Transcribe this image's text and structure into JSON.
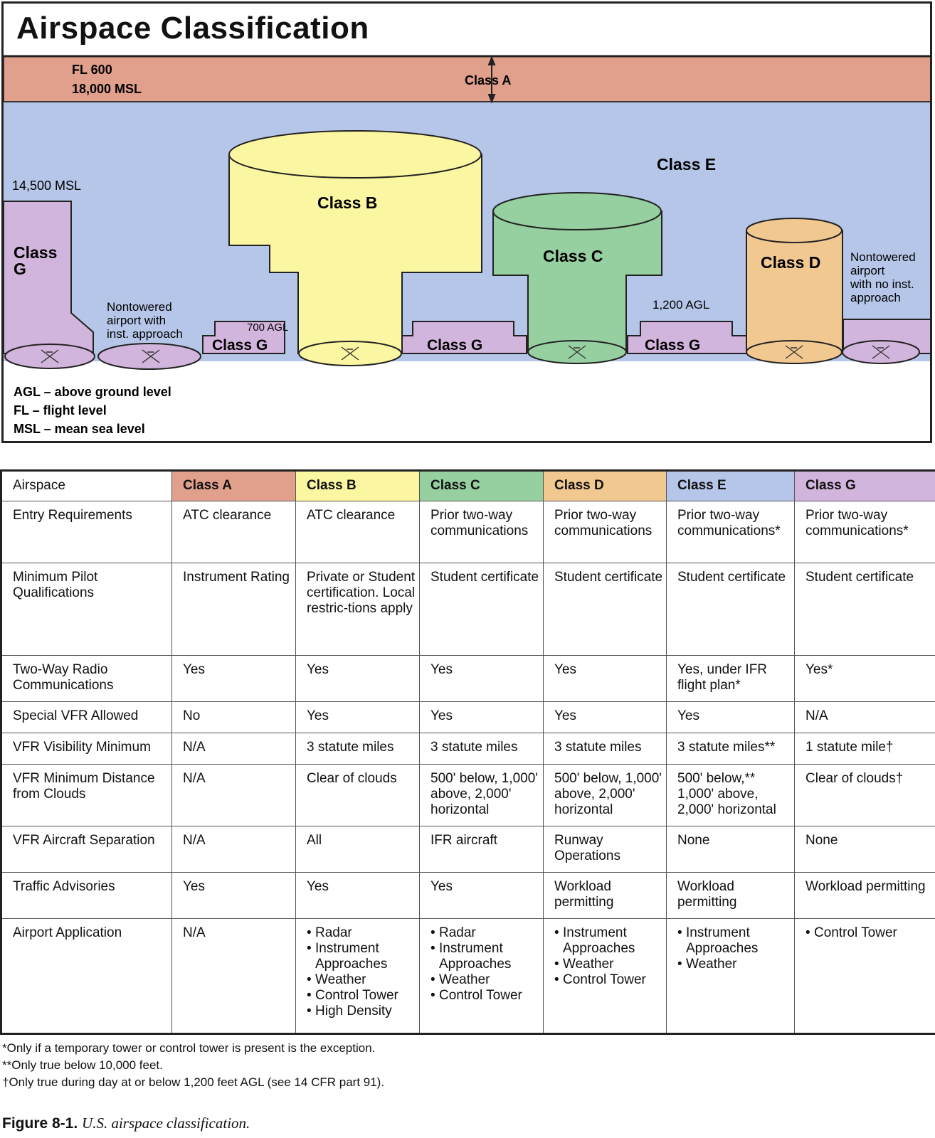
{
  "title": "Airspace Classification",
  "colors": {
    "class_a": "#e0a08c",
    "class_b": "#fbf6a1",
    "class_c": "#96cfa0",
    "class_d": "#f2c891",
    "class_e": "#b6c6e8",
    "class_g": "#d2b5dc"
  },
  "diagram": {
    "class_a_top": "FL 600",
    "class_a_bottom": "18,000 MSL",
    "class_a_label": "Class A",
    "class_e_label": "Class E",
    "class_b_label": "Class B",
    "class_c_label": "Class C",
    "class_d_label": "Class D",
    "class_g_left_line1": "Class",
    "class_g_left_line2": "G",
    "class_g_label": "Class G",
    "msl_14500": "14,500 MSL",
    "agl_700": "700 AGL",
    "agl_1200": "1,200 AGL",
    "nontowered_inst": [
      "Nontowered",
      "airport with",
      "inst. approach"
    ],
    "nontowered_no_inst": [
      "Nontowered",
      "airport",
      "with no inst.",
      "approach"
    ],
    "legend": [
      "AGL – above ground level",
      "FL – flight level",
      "MSL – mean sea level"
    ]
  },
  "table": {
    "header": [
      "Airspace",
      "Class A",
      "Class B",
      "Class C",
      "Class D",
      "Class E",
      "Class G"
    ],
    "rows": [
      {
        "label": "Entry Requirements",
        "cells": [
          "ATC clearance",
          "ATC clearance",
          "Prior two-way communications",
          "Prior two-way communications",
          "Prior two-way communications*",
          "Prior two-way communications*"
        ]
      },
      {
        "label": "Minimum Pilot Qualifications",
        "cells": [
          "Instrument Rating",
          "Private or Student certification. Local restric-tions apply",
          "Student certificate",
          "Student certificate",
          "Student certificate",
          "Student certificate"
        ]
      },
      {
        "label": "Two-Way Radio Communications",
        "cells": [
          "Yes",
          "Yes",
          "Yes",
          "Yes",
          "Yes, under IFR flight plan*",
          "Yes*"
        ]
      },
      {
        "label": "Special VFR Allowed",
        "cells": [
          "No",
          "Yes",
          "Yes",
          "Yes",
          "Yes",
          "N/A"
        ]
      },
      {
        "label": "VFR Visibility Minimum",
        "cells": [
          "N/A",
          "3 statute miles",
          "3 statute miles",
          "3 statute miles",
          "3 statute miles**",
          "1 statute mile†"
        ]
      },
      {
        "label": "VFR Minimum Distance from Clouds",
        "cells": [
          "N/A",
          "Clear of clouds",
          "500' below, 1,000' above, 2,000' horizontal",
          "500' below, 1,000' above, 2,000' horizontal",
          "500' below,** 1,000' above, 2,000' horizontal",
          "Clear of clouds†"
        ]
      },
      {
        "label": "VFR Aircraft Separation",
        "cells": [
          "N/A",
          "All",
          "IFR aircraft",
          "Runway Operations",
          "None",
          "None"
        ]
      },
      {
        "label": "Traffic Advisories",
        "cells": [
          "Yes",
          "Yes",
          "Yes",
          "Workload permitting",
          "Workload permitting",
          "Workload permitting"
        ]
      }
    ],
    "airport_application": {
      "label": "Airport Application",
      "class_a": "N/A",
      "class_b": [
        "Radar",
        "Instrument Approaches",
        "Weather",
        "Control Tower",
        "High Density"
      ],
      "class_c": [
        "Radar",
        "Instrument Approaches",
        "Weather",
        "Control Tower"
      ],
      "class_d": [
        "Instrument Approaches",
        "Weather",
        "Control Tower"
      ],
      "class_e": [
        "Instrument Approaches",
        "Weather"
      ],
      "class_g": [
        "Control Tower"
      ]
    }
  },
  "footnotes": [
    "*Only if a temporary tower or control tower is present is the exception.",
    "**Only true below 10,000 feet.",
    "†Only true during day at or below 1,200 feet AGL (see 14 CFR part 91)."
  ],
  "caption": {
    "label": "Figure 8-1.",
    "text": "U.S. airspace classification."
  }
}
